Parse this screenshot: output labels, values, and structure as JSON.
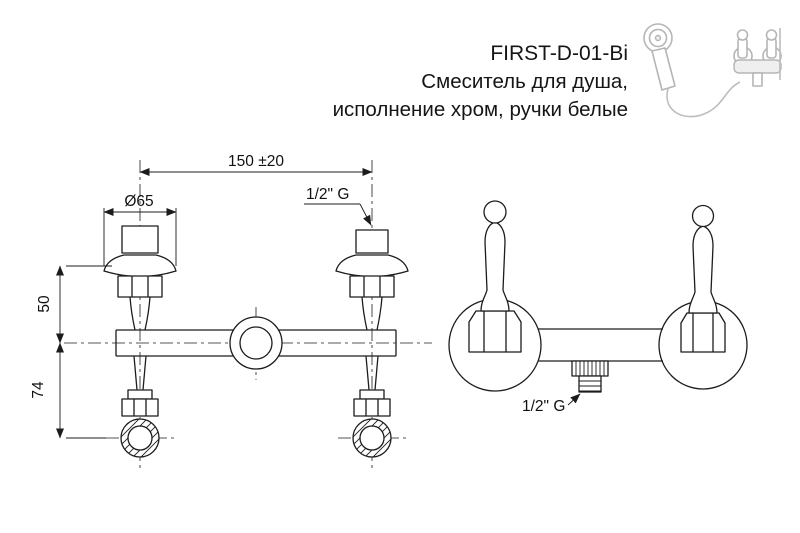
{
  "header": {
    "model": "FIRST-D-01-Bi",
    "subtitle_line1": "Смеситель для душа,",
    "subtitle_line2": "исполнение хром, ручки белые"
  },
  "front_view": {
    "dim_spacing": "150 ±20",
    "dim_diameter": "Ø65",
    "dim_thread": "1/2\" G",
    "dim_wall_offset": "50",
    "dim_handle_offset": "74"
  },
  "side_view": {
    "dim_thread": "1/2\" G"
  },
  "colors": {
    "line": "#1c1c1c",
    "photo_line": "#b5b5b5"
  }
}
